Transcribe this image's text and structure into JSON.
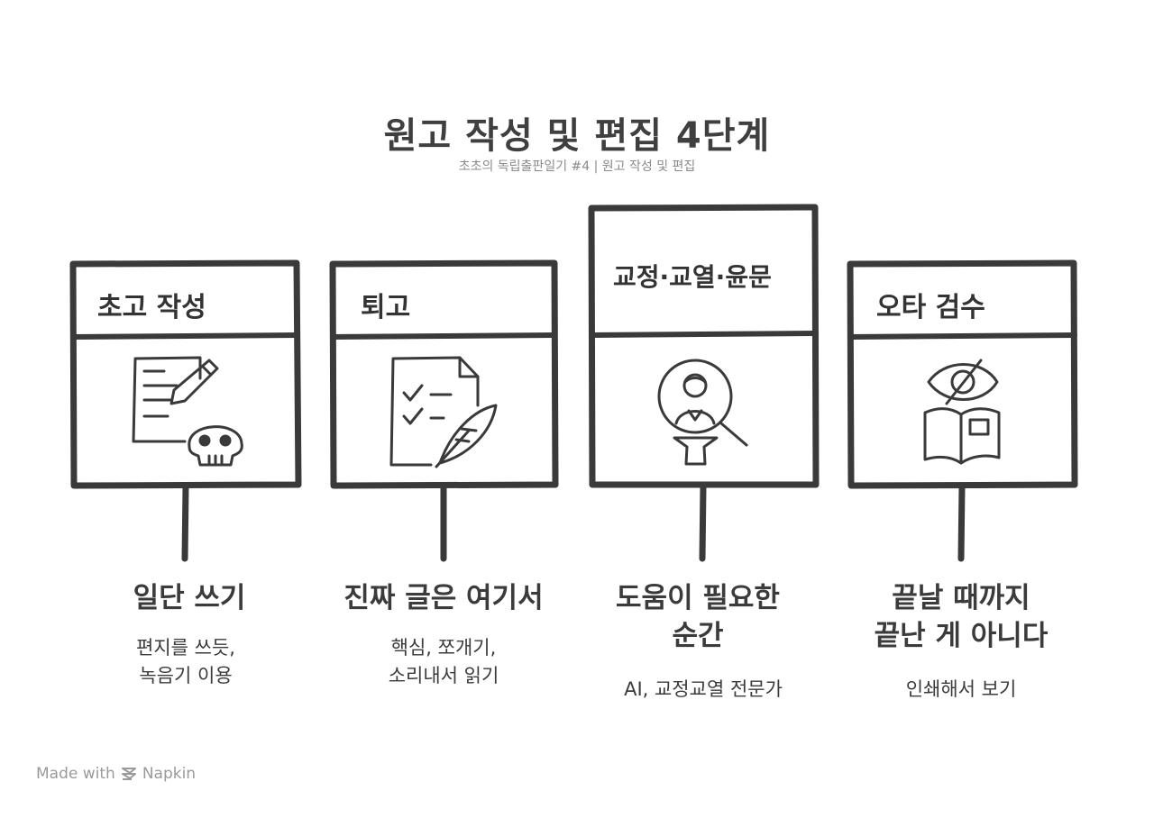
{
  "title": "원고 작성 및 편집 4단계",
  "subtitle": "초초의 독립출판일기 #4  | 원고 작성 및 편집",
  "steps": [
    {
      "title": "초고 작성",
      "heading": "일단 쓰기",
      "desc": "편지를 쓰듯,\n녹음기 이용",
      "icon": "writing-skull-icon"
    },
    {
      "title": "퇴고",
      "heading": "진짜 글은 여기서",
      "desc": "핵심, 쪼개기,\n소리내서 읽기",
      "icon": "checklist-quill-icon"
    },
    {
      "title": "교정·교열·윤문",
      "heading": "도움이 필요한\n순간",
      "desc": "AI, 교정교열 전문가",
      "icon": "magnifier-person-icon"
    },
    {
      "title": "오타 검수",
      "heading": "끝날 때까지\n끝난 게 아니다",
      "desc": "인쇄해서 보기",
      "icon": "eye-book-icon"
    }
  ],
  "footer": {
    "made_with": "Made with",
    "brand": "Napkin"
  }
}
